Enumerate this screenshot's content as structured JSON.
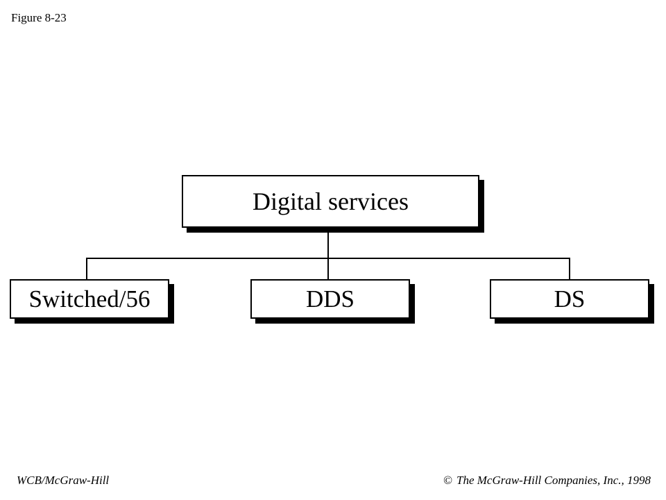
{
  "figure_label": "Figure 8-23",
  "diagram": {
    "root": {
      "label": "Digital services"
    },
    "children": [
      {
        "label": "Switched/56"
      },
      {
        "label": "DDS"
      },
      {
        "label": "DS"
      }
    ]
  },
  "footer": {
    "left": "WCB/McGraw-Hill",
    "copyright_symbol": "©",
    "right": "The McGraw-Hill Companies, Inc., 1998"
  }
}
